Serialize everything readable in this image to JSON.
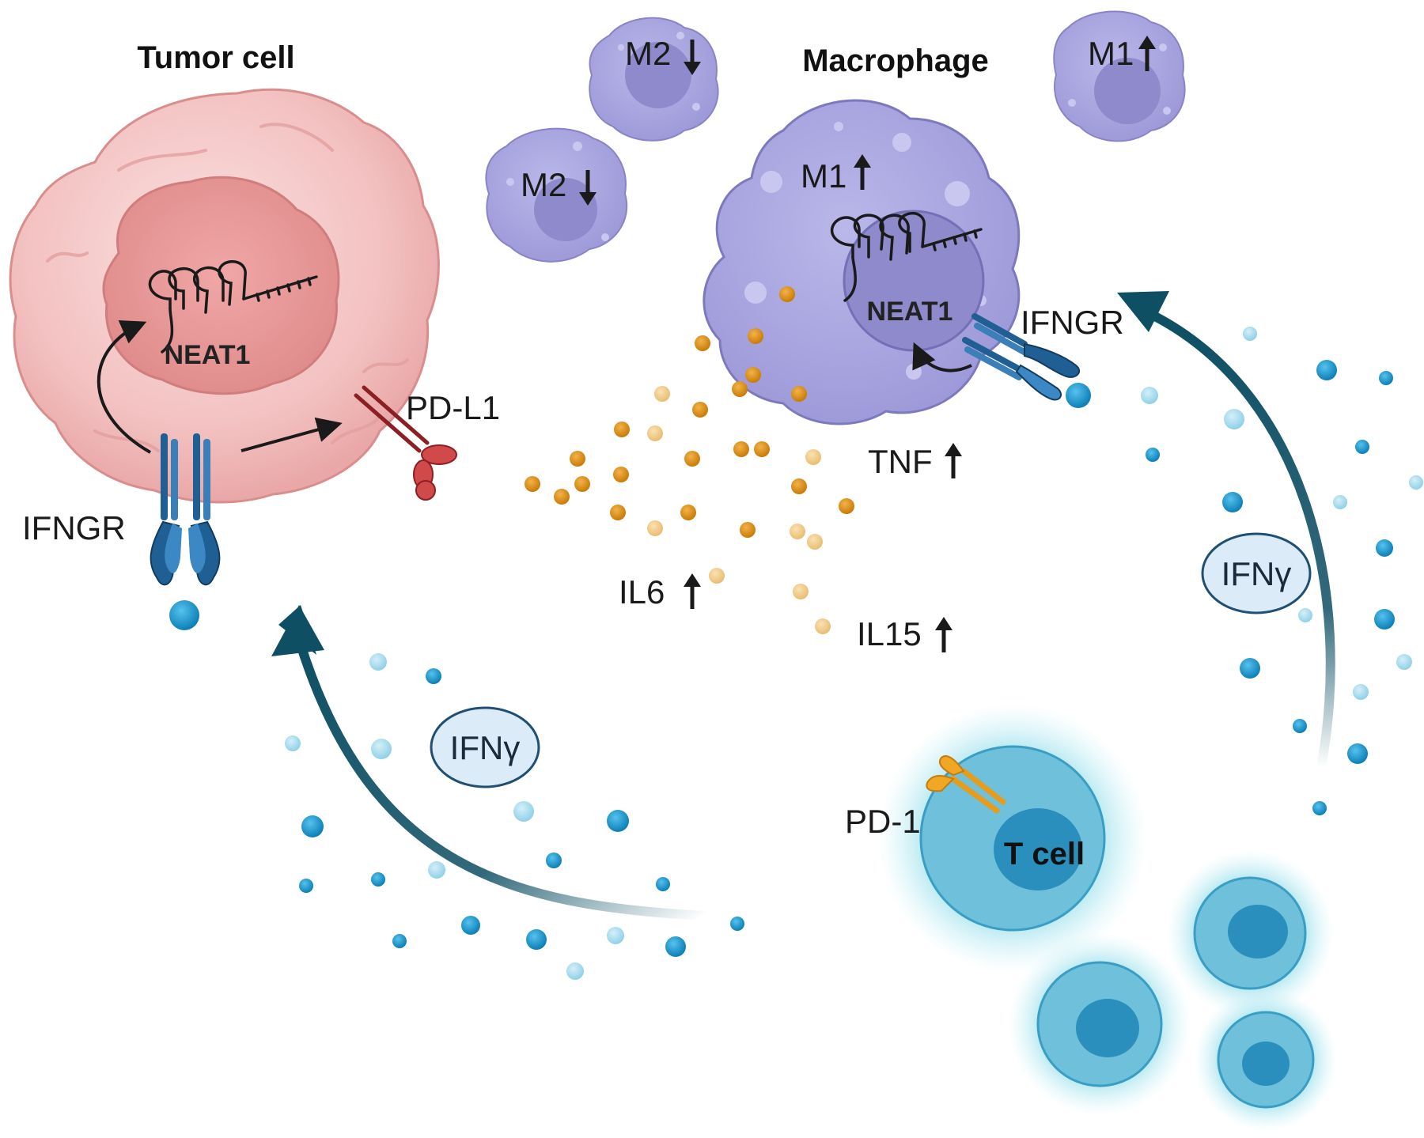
{
  "labels": {
    "tumor_cell": "Tumor cell",
    "macrophage": "Macrophage",
    "t_cell": "T cell",
    "neat1_tumor": "NEAT1",
    "neat1_macrophage": "NEAT1",
    "ifngr_tumor": "IFNGR",
    "ifngr_macrophage": "IFNGR",
    "pd_l1": "PD-L1",
    "pd_1": "PD-1",
    "tnf": "TNF",
    "il6": "IL6",
    "il15": "IL15",
    "ifng_left": "IFNγ",
    "ifng_right": "IFNγ",
    "m2_a": "M2",
    "m2_b": "M2",
    "m1_small": "M1",
    "m1_big": "M1"
  },
  "regulation": {
    "m2_a": "down",
    "m2_b": "down",
    "m1_small": "up",
    "m1_big": "up",
    "tnf": "up",
    "il6": "up",
    "il15": "up"
  },
  "colors": {
    "tumor_cell": "#f2b9b9",
    "tumor_nucleus": "#e48c8c",
    "macrophage": "#a9a6df",
    "macrophage_nucleus": "#8e8acb",
    "t_cell": "#6fc3dc",
    "t_cell_nucleus": "#2b8fbd",
    "ifng_particle": "#1e9bd0",
    "cytokine": "#d4890c",
    "pathway_arrow": "#0e4f63",
    "receptor_ifngr": "#1f5f93",
    "receptor_pdl1": "#8c1f24",
    "receptor_pd1": "#f0a824"
  }
}
